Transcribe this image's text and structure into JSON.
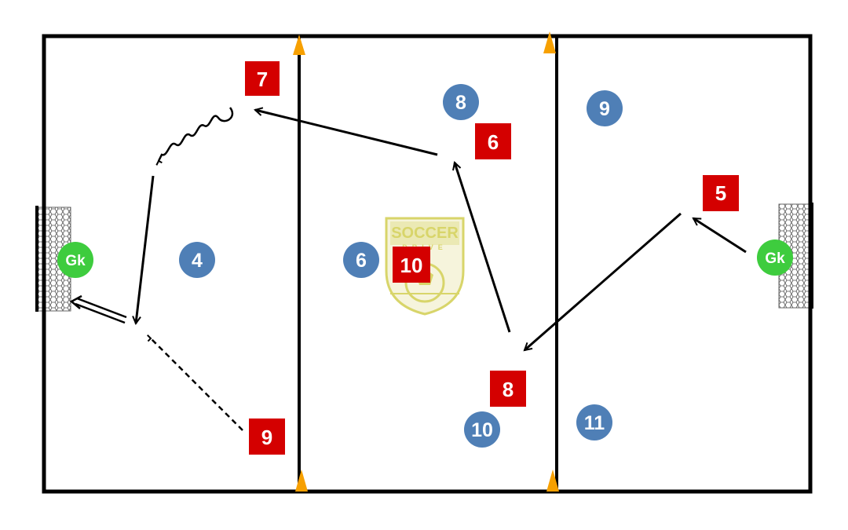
{
  "colors": {
    "red_team": "#d40000",
    "blue_team": "#4f7fb6",
    "goalkeeper": "#3ecc3e",
    "cone": "#f7a000",
    "lines": "#000000",
    "logo": "#d8d56a"
  },
  "logo": {
    "line1": "SOCCER",
    "line2": "DRIVE"
  },
  "red_players": [
    {
      "id": "red-7",
      "label": "7"
    },
    {
      "id": "red-6",
      "label": "6"
    },
    {
      "id": "red-5",
      "label": "5"
    },
    {
      "id": "red-10",
      "label": "10"
    },
    {
      "id": "red-8",
      "label": "8"
    },
    {
      "id": "red-9",
      "label": "9"
    }
  ],
  "blue_players": [
    {
      "id": "blue-8",
      "label": "8"
    },
    {
      "id": "blue-9",
      "label": "9"
    },
    {
      "id": "blue-4",
      "label": "4"
    },
    {
      "id": "blue-6",
      "label": "6"
    },
    {
      "id": "blue-10",
      "label": "10"
    },
    {
      "id": "blue-11",
      "label": "11"
    }
  ],
  "goalkeepers": [
    {
      "id": "gk-left",
      "label": "Gk"
    },
    {
      "id": "gk-right",
      "label": "Gk"
    }
  ],
  "icons": {
    "cone": "cone-icon",
    "goal": "goal-net-icon",
    "pass": "pass-arrow-icon",
    "run": "run-dashed-arrow-icon",
    "dribble": "dribble-wavy-arrow-icon",
    "shot": "shot-double-arrow-icon"
  }
}
